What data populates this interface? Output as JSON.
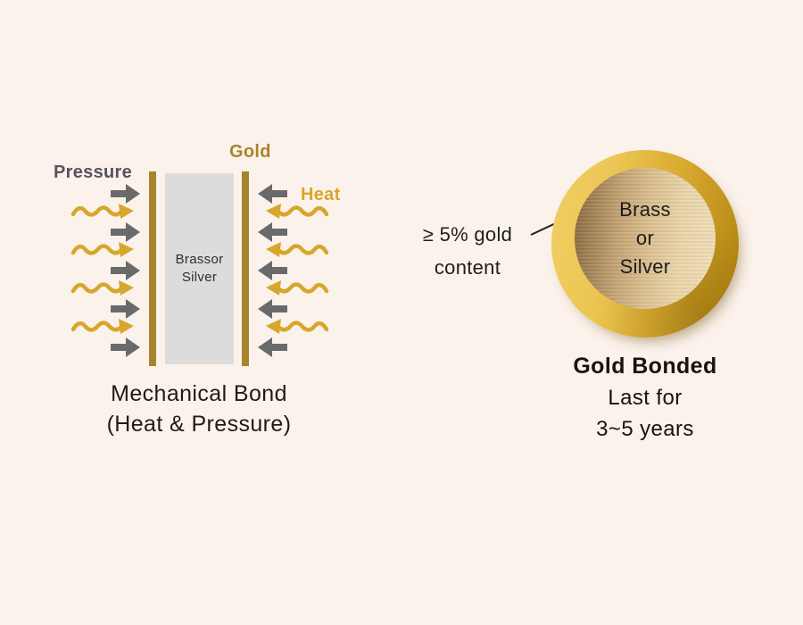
{
  "canvas": {
    "background": "#FBF2EC"
  },
  "left_diagram": {
    "pressure_label": "Pressure",
    "gold_label": "Gold",
    "heat_label": "Heat",
    "core": {
      "line1": "Brassor",
      "line2": "Silver"
    },
    "caption": {
      "line1": "Mechanical Bond",
      "line2": "(Heat & Pressure)"
    },
    "arrows": {
      "gray_arrows_per_side": 5,
      "wavy_arrows_per_side": 4,
      "gray_color": "#6A6A6A",
      "wavy_color": "#D7A62D"
    },
    "colors": {
      "gold_bar": "#A9842E",
      "core_fill": "#DCDCDC",
      "pressure_text": "#55555A",
      "gold_text": "#A9842E",
      "heat_text": "#D9A62B"
    }
  },
  "right_diagram": {
    "annotation": {
      "line1": "≥ 5% gold",
      "line2": "content"
    },
    "disc": {
      "line1": "Brass",
      "line2": "or",
      "line3": "Silver"
    },
    "caption": {
      "line1": "Gold Bonded",
      "line2": "Last for",
      "line3": "3~5 years"
    },
    "colors": {
      "ring_light": "#F2CF66",
      "ring_dark": "#B1850F",
      "disc_light": "#EEDCB4",
      "disc_dark": "#7F603A",
      "text": "#1E1E1E"
    }
  }
}
